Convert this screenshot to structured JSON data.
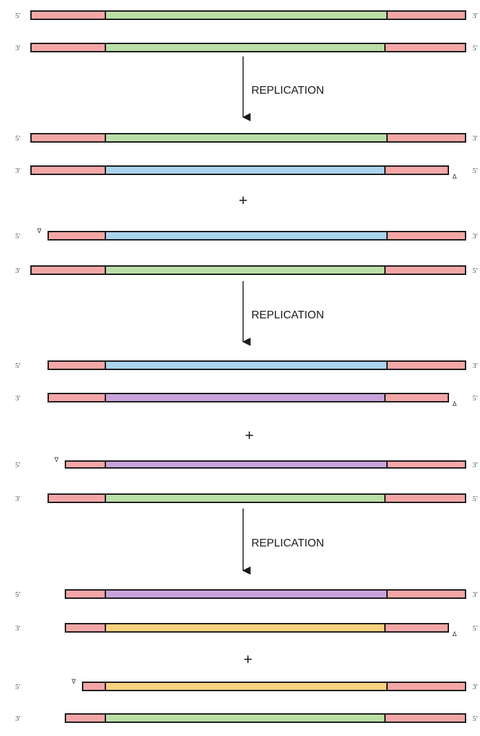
{
  "colors": {
    "flank": "#f4a6a6",
    "original": "#b9dfa6",
    "round1": "#a9d3ee",
    "round2": "#c9a2dc",
    "round3": "#f9d27f",
    "outline": "#1a1a1a"
  },
  "labels": {
    "replication": "REPLICATION",
    "plus": "+",
    "end_5": "5'",
    "end_3": "3'",
    "marker_up": "∇",
    "marker_down": "Δ"
  },
  "strands": [
    {
      "left": "5'",
      "right": "3'",
      "middle": "original",
      "left_marker": false,
      "right_marker": false
    },
    {
      "left": "3'",
      "right": "5'",
      "middle": "original",
      "left_marker": false,
      "right_marker": false
    },
    {
      "left": "5'",
      "right": "3'",
      "middle": "original",
      "left_marker": false,
      "right_marker": false
    },
    {
      "left": "3'",
      "right": "5'",
      "middle": "round1",
      "left_marker": false,
      "right_marker": true
    },
    {
      "left": "5'",
      "right": "3'",
      "middle": "round1",
      "left_marker": true,
      "right_marker": false
    },
    {
      "left": "3'",
      "right": "5'",
      "middle": "original",
      "left_marker": false,
      "right_marker": false
    },
    {
      "left": "5'",
      "right": "3'",
      "middle": "round1",
      "left_marker": false,
      "right_marker": false
    },
    {
      "left": "3'",
      "right": "5'",
      "middle": "round2",
      "left_marker": false,
      "right_marker": true
    },
    {
      "left": "5'",
      "right": "3'",
      "middle": "round2",
      "left_marker": true,
      "right_marker": false
    },
    {
      "left": "3'",
      "right": "5'",
      "middle": "original",
      "left_marker": false,
      "right_marker": false
    },
    {
      "left": "5'",
      "right": "3'",
      "middle": "round2",
      "left_marker": false,
      "right_marker": false
    },
    {
      "left": "3'",
      "right": "5'",
      "middle": "round3",
      "left_marker": false,
      "right_marker": true
    },
    {
      "left": "5'",
      "right": "3'",
      "middle": "round3",
      "left_marker": true,
      "right_marker": false
    },
    {
      "left": "3'",
      "right": "5'",
      "middle": "original",
      "left_marker": false,
      "right_marker": false
    }
  ]
}
